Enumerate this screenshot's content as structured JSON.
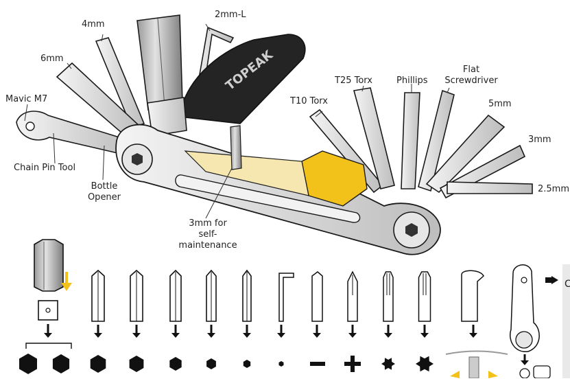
{
  "brand": "TOPEAK",
  "labels": {
    "mm4": "4mm",
    "mm2l": "2mm-L",
    "mm6": "6mm",
    "mavic": "Mavic M7",
    "chain_pin": "Chain Pin Tool",
    "bottle": "Bottle\nOpener",
    "t10": "T10 Torx",
    "t25": "T25 Torx",
    "phillips": "Phillips",
    "flat": "Flat\nScrewdriver",
    "mm5": "5mm",
    "mm3": "3mm",
    "mm25": "2.5mm",
    "self_maint": "3mm for\nself-maintenance"
  },
  "colors": {
    "accent_yellow": "#f2c21b",
    "tool_gray": "#d9d9d9",
    "outline": "#1a1a1a",
    "handle_black": "#222222"
  },
  "bottom_row": {
    "bits": [
      "hex-8mm-large",
      "hex-8mm-small",
      "hex-6mm",
      "hex-5mm",
      "hex-4mm",
      "hex-3mm",
      "hex-2.5mm",
      "hex-2mm-l",
      "flat-screwdriver",
      "phillips",
      "torx-t10",
      "torx-t25",
      "tire-lever",
      "chain-tool"
    ],
    "bottom_right_partial": "C"
  }
}
